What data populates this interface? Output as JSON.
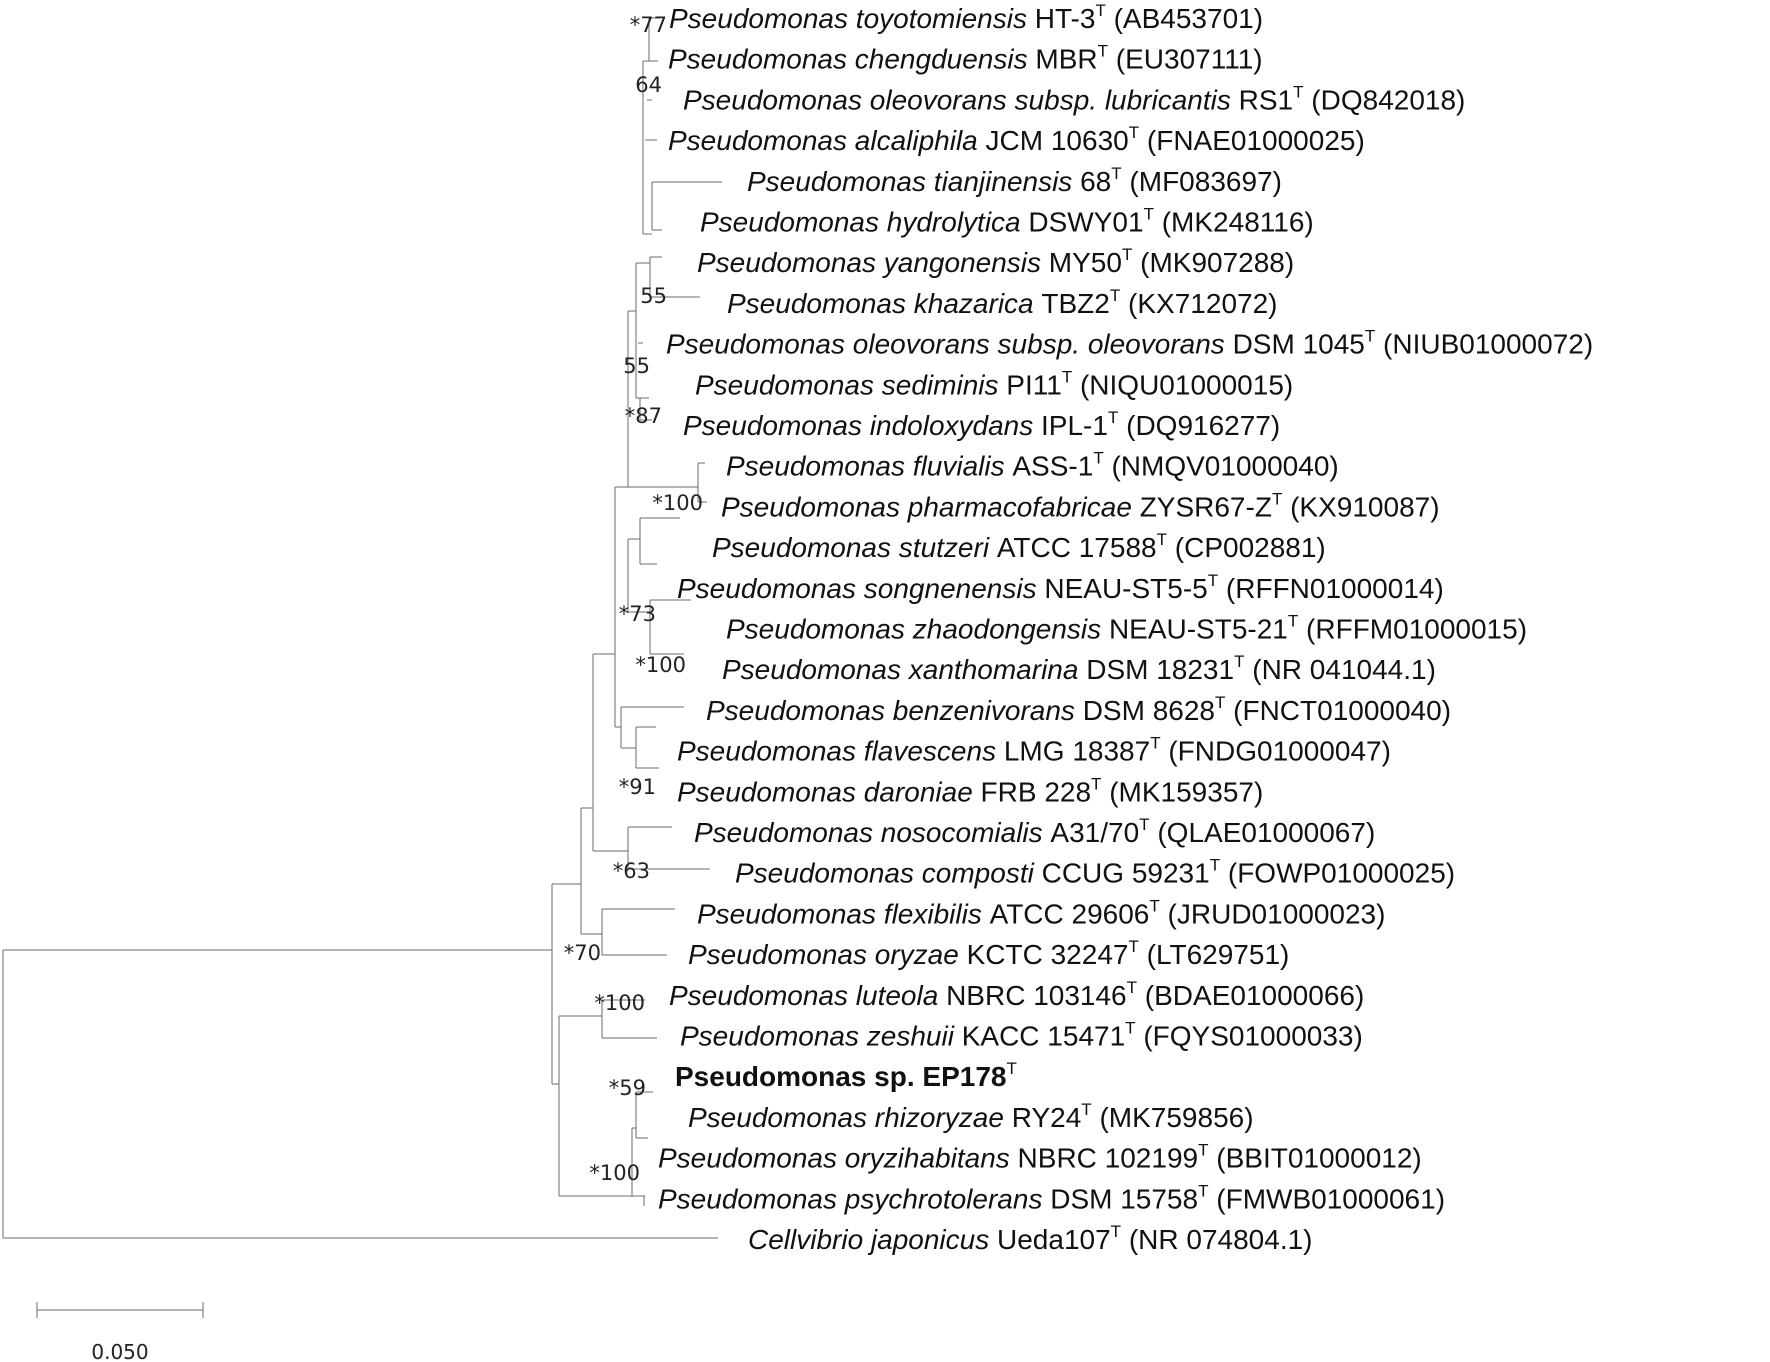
{
  "tree": {
    "taxa": [
      {
        "species": "Pseudomonas toyotomiensis",
        "strain": "HT-3",
        "type_mark": "T",
        "accession": "(AB453701)"
      },
      {
        "species": "Pseudomonas chengduensis",
        "strain": "MBR",
        "type_mark": "T",
        "accession": "(EU307111)"
      },
      {
        "species": "Pseudomonas oleovorans subsp. lubricantis",
        "strain": "RS1",
        "type_mark": "T",
        "accession": "(DQ842018)"
      },
      {
        "species": "Pseudomonas alcaliphila",
        "strain": "JCM 10630",
        "type_mark": "T",
        "accession": "(FNAE01000025)"
      },
      {
        "species": "Pseudomonas tianjinensis",
        "strain": "68",
        "type_mark": "T",
        "accession": "(MF083697)"
      },
      {
        "species": "Pseudomonas hydrolytica",
        "strain": "DSWY01",
        "type_mark": "T",
        "accession": "(MK248116)"
      },
      {
        "species": "Pseudomonas yangonensis",
        "strain": "MY50",
        "type_mark": "T",
        "accession": "(MK907288)"
      },
      {
        "species": "Pseudomonas khazarica",
        "strain": "TBZ2",
        "type_mark": "T",
        "accession": "(KX712072)"
      },
      {
        "species": "Pseudomonas oleovorans subsp. oleovorans",
        "strain": "DSM 1045",
        "type_mark": "T",
        "accession": "(NIUB01000072)"
      },
      {
        "species": "Pseudomonas sediminis",
        "strain": "PI11",
        "type_mark": "T",
        "accession": "(NIQU01000015)"
      },
      {
        "species": "Pseudomonas indoloxydans",
        "strain": "IPL-1",
        "type_mark": "T",
        "accession": "(DQ916277)"
      },
      {
        "species": "Pseudomonas fluvialis",
        "strain": "ASS-1",
        "type_mark": "T",
        "accession": "(NMQV01000040)"
      },
      {
        "species": "Pseudomonas pharmacofabricae",
        "strain": "ZYSR67-Z",
        "type_mark": "T",
        "accession": "(KX910087)"
      },
      {
        "species": "Pseudomonas stutzeri",
        "strain": "ATCC 17588",
        "type_mark": "T",
        "accession": "(CP002881)"
      },
      {
        "species": "Pseudomonas songnenensis",
        "strain": "NEAU-ST5-5",
        "type_mark": "T",
        "accession": "(RFFN01000014)"
      },
      {
        "species": "Pseudomonas zhaodongensis",
        "strain": "NEAU-ST5-21",
        "type_mark": "T",
        "accession": "(RFFM01000015)"
      },
      {
        "species": "Pseudomonas xanthomarina",
        "strain": "DSM 18231",
        "type_mark": "T",
        "accession": "(NR 041044.1)"
      },
      {
        "species": "Pseudomonas benzenivorans",
        "strain": "DSM 8628",
        "type_mark": "T",
        "accession": "(FNCT01000040)"
      },
      {
        "species": "Pseudomonas flavescens",
        "strain": "LMG 18387",
        "type_mark": "T",
        "accession": "(FNDG01000047)"
      },
      {
        "species": "Pseudomonas daroniae",
        "strain": "FRB 228",
        "type_mark": "T",
        "accession": "(MK159357)"
      },
      {
        "species": "Pseudomonas nosocomialis",
        "strain": "A31/70",
        "type_mark": "T",
        "accession": "(QLAE01000067)"
      },
      {
        "species": "Pseudomonas composti",
        "strain": "CCUG 59231",
        "type_mark": "T",
        "accession": "(FOWP01000025)"
      },
      {
        "species": "Pseudomonas flexibilis",
        "strain": "ATCC 29606",
        "type_mark": "T",
        "accession": "(JRUD01000023)"
      },
      {
        "species": "Pseudomonas oryzae",
        "strain": "KCTC 32247",
        "type_mark": "T",
        "accession": "(LT629751)"
      },
      {
        "species": "Pseudomonas luteola",
        "strain": "NBRC 103146",
        "type_mark": "T",
        "accession": "(BDAE01000066)"
      },
      {
        "species": "Pseudomonas zeshuii",
        "strain": "KACC 15471",
        "type_mark": "T",
        "accession": "(FQYS01000033)"
      },
      {
        "species": "Pseudomonas sp.",
        "strain": "EP178",
        "type_mark": "T",
        "accession": "",
        "highlight": true
      },
      {
        "species": "Pseudomonas rhizoryzae",
        "strain": "RY24",
        "type_mark": "T",
        "accession": "(MK759856)"
      },
      {
        "species": "Pseudomonas oryzihabitans",
        "strain": "NBRC 102199",
        "type_mark": "T",
        "accession": "(BBIT01000012)"
      },
      {
        "species": "Pseudomonas psychrotolerans",
        "strain": "DSM 15758",
        "type_mark": "T",
        "accession": "(FMWB01000061)"
      },
      {
        "species": "Cellvibrio japonicus",
        "strain": "Ueda107",
        "type_mark": "T",
        "accession": "(NR 074804.1)"
      }
    ],
    "bootstrap_labels": [
      "*77",
      "64",
      "55",
      "55",
      "*87",
      "*100",
      "*73",
      "*100",
      "*91",
      "*63",
      "*70",
      "*100",
      "*59",
      "*100"
    ],
    "scale_bar": {
      "label": "0.050",
      "length": 0.05
    }
  }
}
